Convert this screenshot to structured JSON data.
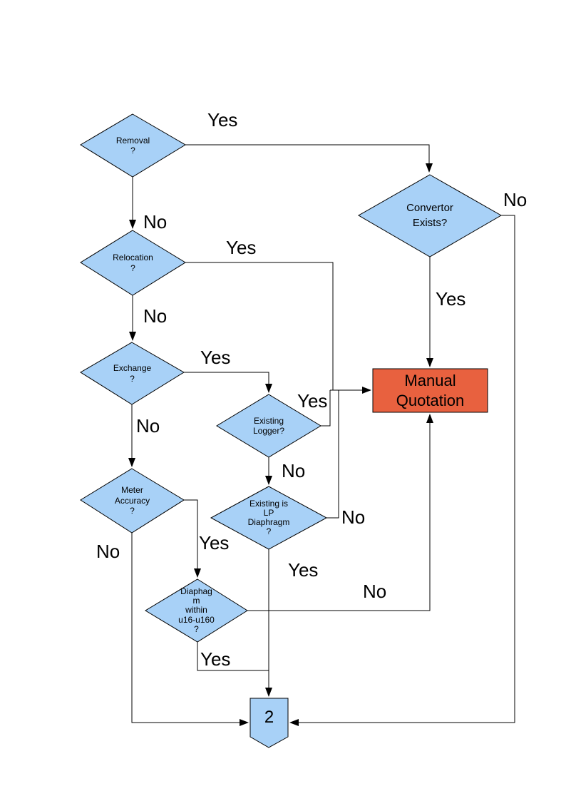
{
  "colors": {
    "node_fill": "#A8D1F7",
    "process_fill": "#E8613F",
    "line": "#000000",
    "text": "#000000",
    "background": "#FFFFFF"
  },
  "nodes": {
    "removal": {
      "label": "Removal\n?"
    },
    "convertor": {
      "label": "Convertor\nExists?"
    },
    "relocation": {
      "label": "Relocation\n?"
    },
    "exchange": {
      "label": "Exchange\n?"
    },
    "existing_logger": {
      "label": "Existing\nLogger?"
    },
    "meter_accuracy": {
      "label": "Meter\nAccuracy\n?"
    },
    "lp_diaphragm": {
      "label": "Existing is\nLP\nDiaphragm\n?"
    },
    "diaphragm_range": {
      "label": "Diaphag\nm\nwithin\nu16-u160\n?"
    },
    "manual_quotation": {
      "label": "Manual\nQuotation"
    },
    "connector_2": {
      "label": "2"
    }
  },
  "edge_labels": {
    "removal_yes": "Yes",
    "removal_no": "No",
    "convertor_no": "No",
    "convertor_yes": "Yes",
    "relocation_yes": "Yes",
    "relocation_no": "No",
    "exchange_yes": "Yes",
    "exchange_no": "No",
    "existing_logger_yes": "Yes",
    "existing_logger_no": "No",
    "lp_diaphragm_no": "No",
    "lp_diaphragm_yes": "Yes",
    "meter_accuracy_yes": "Yes",
    "meter_accuracy_no": "No",
    "diaphragm_range_yes": "Yes",
    "diaphragm_range_no": "No"
  }
}
